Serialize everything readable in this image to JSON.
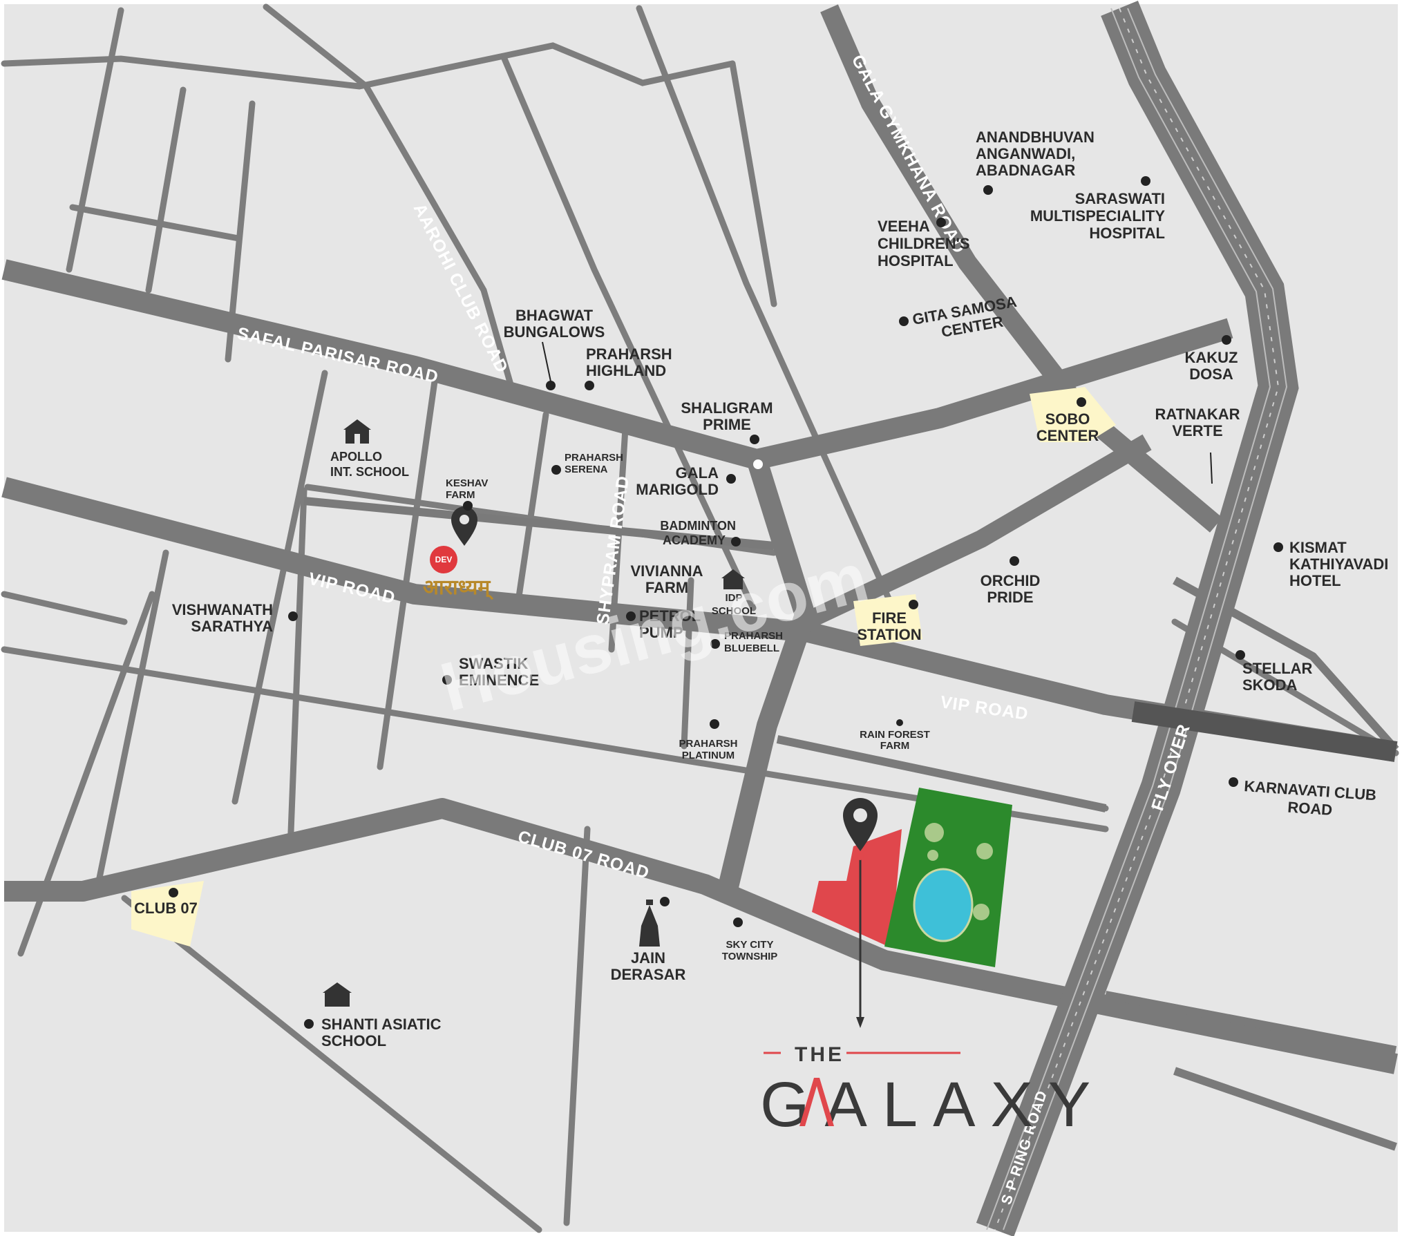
{
  "roads": {
    "safal_parisar": "SAFAL PARISAR ROAD",
    "aarohi_club": "AAROHI CLUB ROAD",
    "gala_gymkhana": "GALA GYMKHANA ROAD",
    "vip_road_west": "VIP ROAD",
    "vip_road_east": "VIP ROAD",
    "shypram": "SHYPRAM ROAD",
    "club_07": "CLUB 07 ROAD",
    "fly_over": "FLY OVER",
    "sp_ring": "S P RING ROAD"
  },
  "places": {
    "anandbhuvan": [
      "ANANDBHUVAN",
      "ANGANWADI,",
      "ABADNAGAR"
    ],
    "saraswati": [
      "SARASWATI",
      "MULTISPECIALITY",
      "HOSPITAL"
    ],
    "veeha": [
      "VEEHA",
      "CHILDREN'S",
      "HOSPITAL"
    ],
    "gita_samosa": [
      "GITA SAMOSA",
      "CENTER"
    ],
    "kakuz": [
      "KAKUZ",
      "DOSA"
    ],
    "bhagwat": [
      "BHAGWAT",
      "BUNGALOWS"
    ],
    "praharsh_highland": [
      "PRAHARSH",
      "HIGHLAND"
    ],
    "shaligram": [
      "SHALIGRAM",
      "PRIME"
    ],
    "sobo": [
      "SOBO",
      "CENTER"
    ],
    "ratnakar": [
      "RATNAKAR",
      "VERTE"
    ],
    "apollo": [
      "APOLLO",
      "INT. SCHOOL"
    ],
    "praharsh_serena": [
      "PRAHARSH",
      "SERENA"
    ],
    "keshav": [
      "KESHAV",
      "FARM"
    ],
    "gala_marigold": [
      "GALA",
      "MARIGOLD"
    ],
    "badminton": [
      "BADMINTON",
      "ACADEMY"
    ],
    "kismat": [
      "KISMAT",
      "KATHIYAVADI",
      "HOTEL"
    ],
    "orchid": [
      "ORCHID",
      "PRIDE"
    ],
    "vivianna": [
      "VIVIANNA",
      "FARM"
    ],
    "idp": [
      "IDP",
      "SCHOOL"
    ],
    "fire": [
      "FIRE",
      "STATION"
    ],
    "vishwanath": [
      "VISHWANATH",
      "SARATHYA"
    ],
    "petrol": [
      "PETROL",
      "PUMP"
    ],
    "praharsh_bluebell": [
      "PRAHARSH",
      "BLUEBELL"
    ],
    "stellar": [
      "STELLAR",
      "SKODA"
    ],
    "swastik": [
      "SWASTIK",
      "EMINENCE"
    ],
    "rain_forest": [
      "RAIN FOREST",
      "FARM"
    ],
    "praharsh_platinum": [
      "PRAHARSH",
      "PLATINUM"
    ],
    "karnavati": [
      "KARNAVATI CLUB",
      "ROAD"
    ],
    "club07": [
      "CLUB 07"
    ],
    "jain": [
      "JAIN",
      "DERASAR"
    ],
    "sky_city": [
      "SKY CITY",
      "TOWNSHIP"
    ],
    "shanti": [
      "SHANTI ASIATIC",
      "SCHOOL"
    ]
  },
  "logo": {
    "dev": "DEV",
    "devanagari": "आराध्यम्"
  },
  "brand": {
    "the": "THE",
    "main": "GALAXY"
  },
  "watermark": "Housing.com",
  "colors": {
    "background": "#e6e6e6",
    "road": "#7a7a7a",
    "road_edge": "#9a9a9a",
    "highlight": "#fdf6c9",
    "project_red": "#e0474c",
    "garden_green": "#2c8a2c",
    "pond": "#3ec0d8",
    "pin": "#333333"
  },
  "icons": [
    "location-pin-icon",
    "school-icon",
    "temple-icon",
    "tree-icon"
  ]
}
